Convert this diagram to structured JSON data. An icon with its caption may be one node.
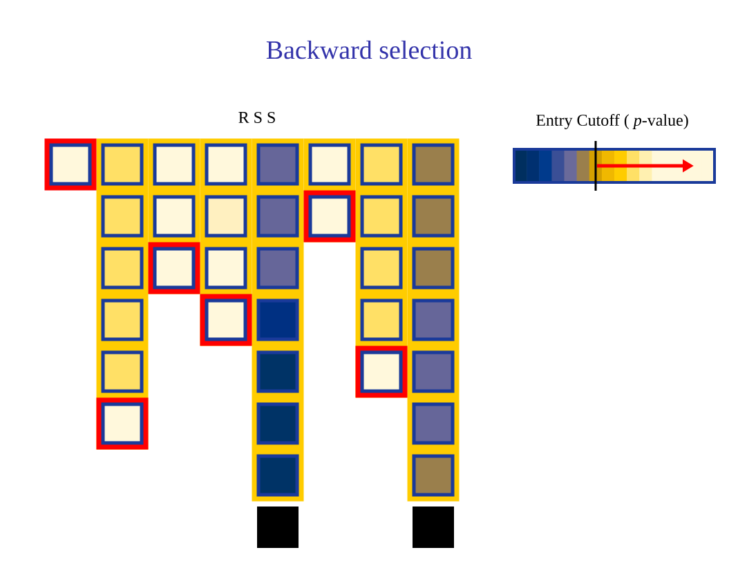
{
  "diagram": {
    "title": "Backward selection",
    "labels": [
      "R S S",
      "Entry Cutoff ( *p*-value)"
    ]
  }
}
